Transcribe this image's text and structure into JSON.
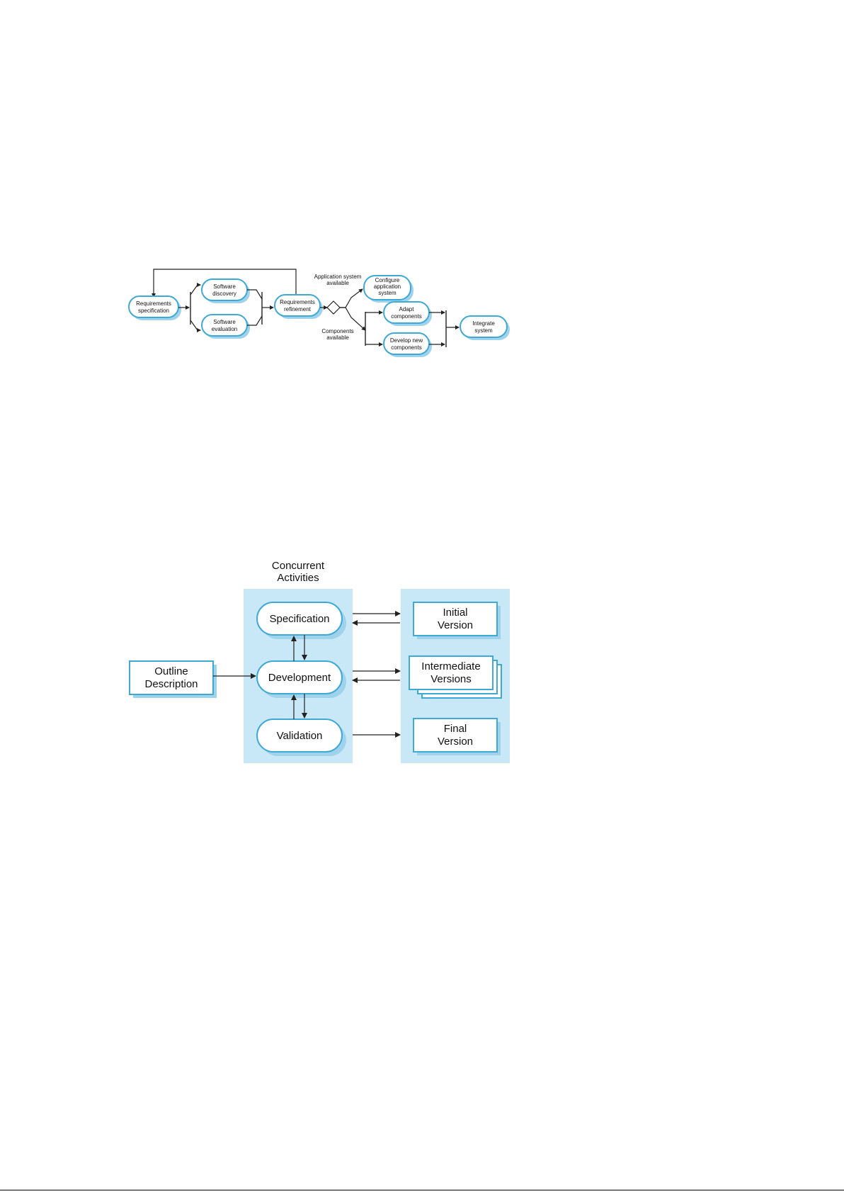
{
  "diagram1": {
    "requirements_specification": [
      "Requirements",
      "specification"
    ],
    "software_discovery": [
      "Software",
      "discovery"
    ],
    "software_evaluation": [
      "Software",
      "evaluation"
    ],
    "requirements_refinement": [
      "Requirements",
      "refinement"
    ],
    "application_system_available": [
      "Application system",
      "available"
    ],
    "components_available": [
      "Components",
      "available"
    ],
    "configure_application_system": [
      "Configure",
      "application",
      "system"
    ],
    "adapt_components": [
      "Adapt",
      "components"
    ],
    "develop_new_components": [
      "Develop new",
      "components"
    ],
    "integrate_system": [
      "Integrate",
      "system"
    ]
  },
  "diagram2": {
    "concurrent_activities": [
      "Concurrent",
      "Activities"
    ],
    "outline_description": [
      "Outline",
      "Description"
    ],
    "specification": "Specification",
    "development": "Development",
    "validation": "Validation",
    "initial_version": [
      "Initial",
      "Version"
    ],
    "intermediate_versions": [
      "Intermediate",
      "Versions"
    ],
    "final_version": [
      "Final",
      "Version"
    ]
  }
}
